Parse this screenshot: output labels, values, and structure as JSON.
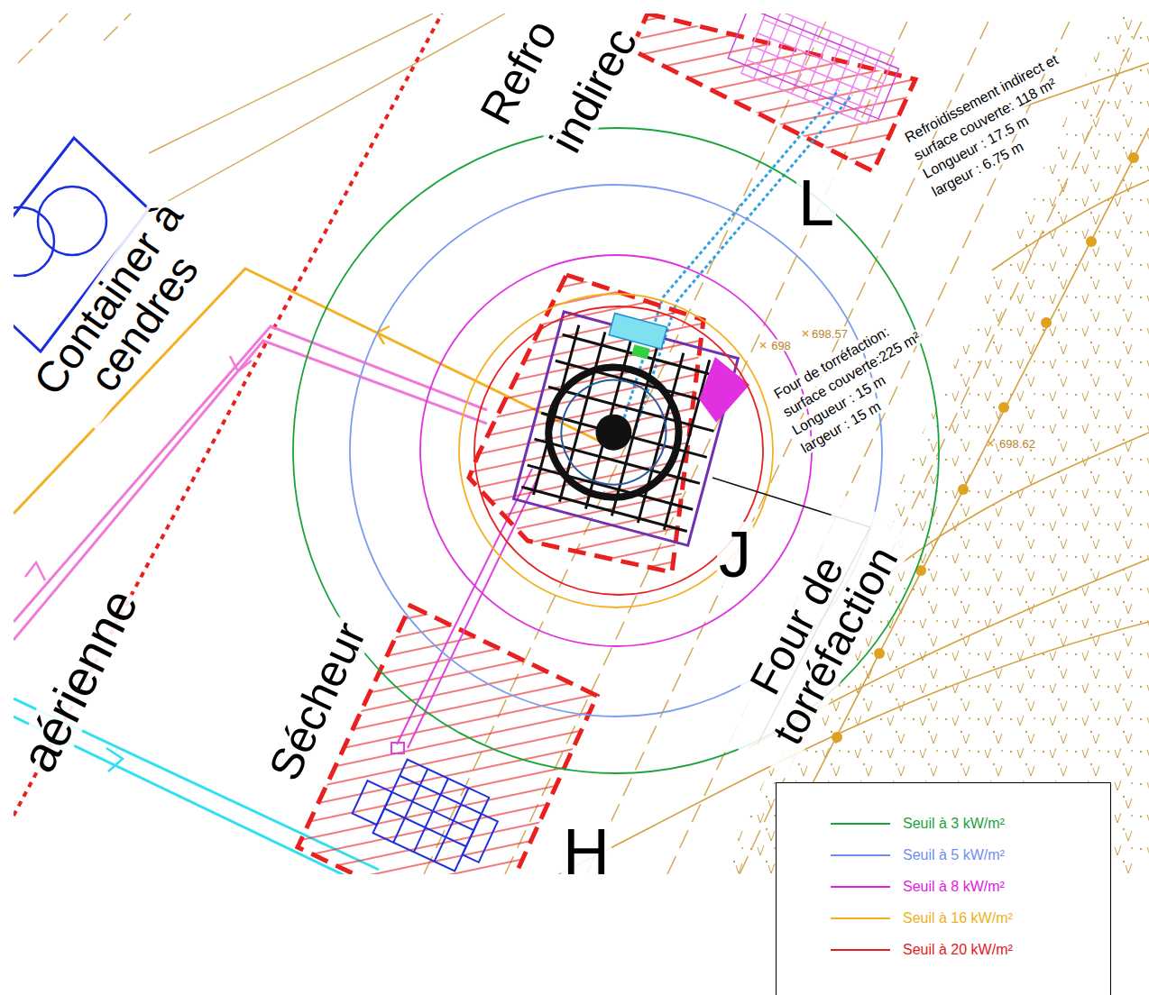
{
  "diagram": {
    "labels": [
      "Refro",
      "indirec",
      "Container à cendres",
      "aérienne",
      "Sécheur",
      "Four de torréfaction",
      "L",
      "J",
      "H",
      "Refroidissement indirect et",
      "surface couverte: 118 m²",
      "Longueur : 17.5 m",
      "largeur : 6.75 m",
      "698",
      "698.57",
      "Four de torréfaction:",
      "surface couverte:225 m²",
      "Longueur : 15 m",
      "largeur : 15 m",
      "698.62"
    ],
    "legend": [
      {
        "text": "Seuil à 3 kW/m²",
        "color": "#1aa33a"
      },
      {
        "text": "Seuil à 5 kW/m²",
        "color": "#6f8ef0"
      },
      {
        "text": "Seuil à 8 kW/m²",
        "color": "#e020e0"
      },
      {
        "text": "Seuil à 16 kW/m²",
        "color": "#f0b020"
      },
      {
        "text": "Seuil à 20 kW/m²",
        "color": "#e02020"
      }
    ]
  }
}
